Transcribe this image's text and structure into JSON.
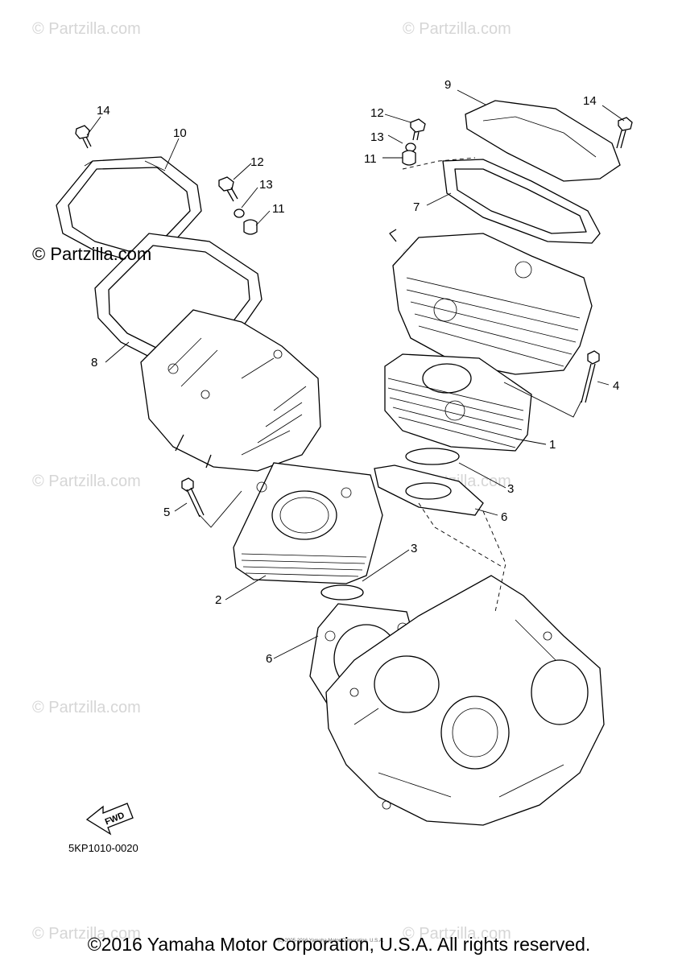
{
  "watermarks": {
    "site_text": "© Partzilla.com",
    "site_text_light": "© Partzilla.com"
  },
  "callouts": [
    "14",
    "10",
    "12",
    "13",
    "11",
    "8",
    "9",
    "14",
    "12",
    "13",
    "11",
    "7",
    "4",
    "1",
    "3",
    "6",
    "5",
    "3",
    "2",
    "6"
  ],
  "diagram_code": "5KP1010-0020",
  "fwd_label": "FWD",
  "tiny_copyright": "(c) 2005-2016 Yamaha Motor Corporation, U.S.A.",
  "footer": "©2016 Yamaha Motor Corporation, U.S.A. All rights reserved."
}
